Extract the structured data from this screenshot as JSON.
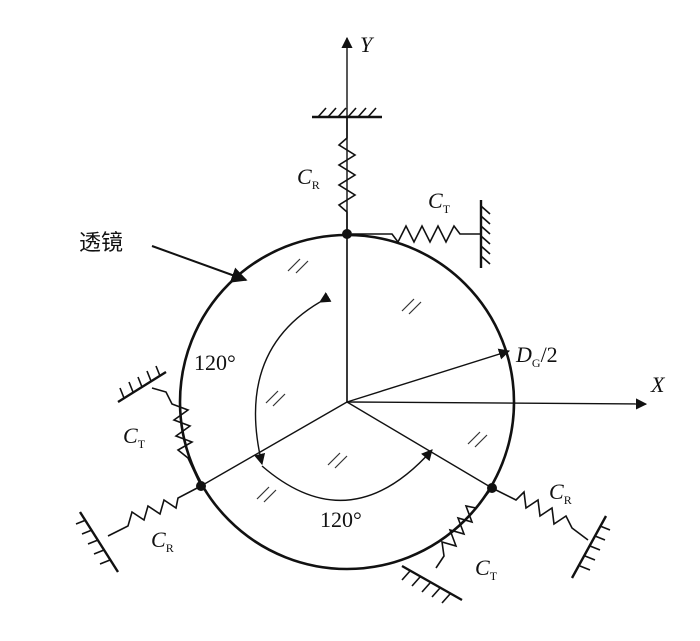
{
  "labels": {
    "axis_x": "X",
    "axis_y": "Y",
    "lens": "透镜",
    "radius_main": "D",
    "radius_sub": "G",
    "radius_tail": "/2",
    "angle_left": "120°",
    "angle_bottom": "120°"
  },
  "springs": [
    {
      "id": "top-radial",
      "main": "C",
      "sub": "R"
    },
    {
      "id": "top-tangential",
      "main": "C",
      "sub": "T"
    },
    {
      "id": "left-tangential",
      "main": "C",
      "sub": "T"
    },
    {
      "id": "left-radial",
      "main": "C",
      "sub": "R"
    },
    {
      "id": "right-tangential",
      "main": "C",
      "sub": "T"
    },
    {
      "id": "right-radial",
      "main": "C",
      "sub": "R"
    }
  ]
}
